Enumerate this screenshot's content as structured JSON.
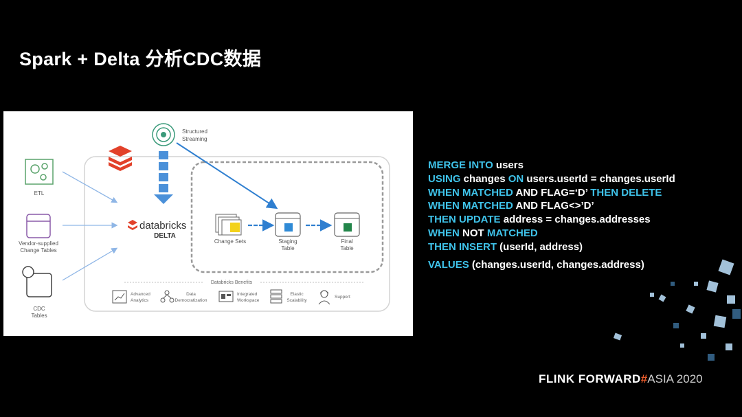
{
  "slide": {
    "title": "Spark + Delta 分析CDC数据"
  },
  "diagram": {
    "structured_streaming": [
      "Structured",
      "Streaming"
    ],
    "sources": [
      {
        "label": [
          "ETL"
        ],
        "icon": "gears-icon"
      },
      {
        "label": [
          "Vendor-supplied",
          "Change Tables"
        ],
        "icon": "window-icon"
      },
      {
        "label": [
          "CDC",
          "Tables"
        ],
        "icon": "tables-icon"
      }
    ],
    "brand": "databricks",
    "product": "DELTA",
    "stages": [
      {
        "label": [
          "Change Sets"
        ]
      },
      {
        "label": [
          "Staging",
          "Table"
        ]
      },
      {
        "label": [
          "Final",
          "Table"
        ]
      }
    ],
    "benefits_title": "Databricks Benefits",
    "benefits": [
      {
        "label": [
          "Advanced",
          "Analytics"
        ],
        "icon": "chart-icon"
      },
      {
        "label": [
          "Data",
          "Democratization"
        ],
        "icon": "network-icon"
      },
      {
        "label": [
          "Integrated",
          "Workspace"
        ],
        "icon": "workspace-icon"
      },
      {
        "label": [
          "Elastic",
          "Scalability"
        ],
        "icon": "servers-icon"
      },
      {
        "label": [
          "Support"
        ],
        "icon": "support-icon"
      }
    ],
    "colors": {
      "databricks_red": "#e2412a",
      "stream_blue": "#4a90d9",
      "staging_blue": "#2f8ad6",
      "final_green": "#23864a",
      "change_yellow": "#f3d21b"
    }
  },
  "code": [
    [
      [
        "MERGE INTO",
        true
      ],
      [
        " users",
        false
      ]
    ],
    [
      [
        "USING",
        true
      ],
      [
        " changes ",
        false
      ],
      [
        "ON",
        true
      ],
      [
        " users.userId = changes.userId",
        false
      ]
    ],
    [
      [
        "WHEN MATCHED",
        true
      ],
      [
        " AND FLAG=‘D’ ",
        false
      ],
      [
        "THEN DELETE",
        true
      ]
    ],
    [
      [
        "WHEN MATCHED",
        true
      ],
      [
        " AND FLAG<>’D’",
        false
      ]
    ],
    [
      [
        "THEN UPDATE",
        true
      ],
      [
        " address = changes.addresses",
        false
      ]
    ],
    [
      [
        "WHEN",
        true
      ],
      [
        " NOT ",
        false
      ],
      [
        "MATCHED",
        true
      ]
    ],
    [
      [
        "THEN INSERT",
        true
      ],
      [
        " (userId, address)",
        false
      ]
    ],
    [
      [
        "VALUES",
        true
      ],
      [
        " (changes.userId, changes.address)",
        false
      ]
    ]
  ],
  "footer": {
    "brand": "FLINK  FORWARD",
    "hash": "#",
    "event": "ASIA 2020"
  }
}
